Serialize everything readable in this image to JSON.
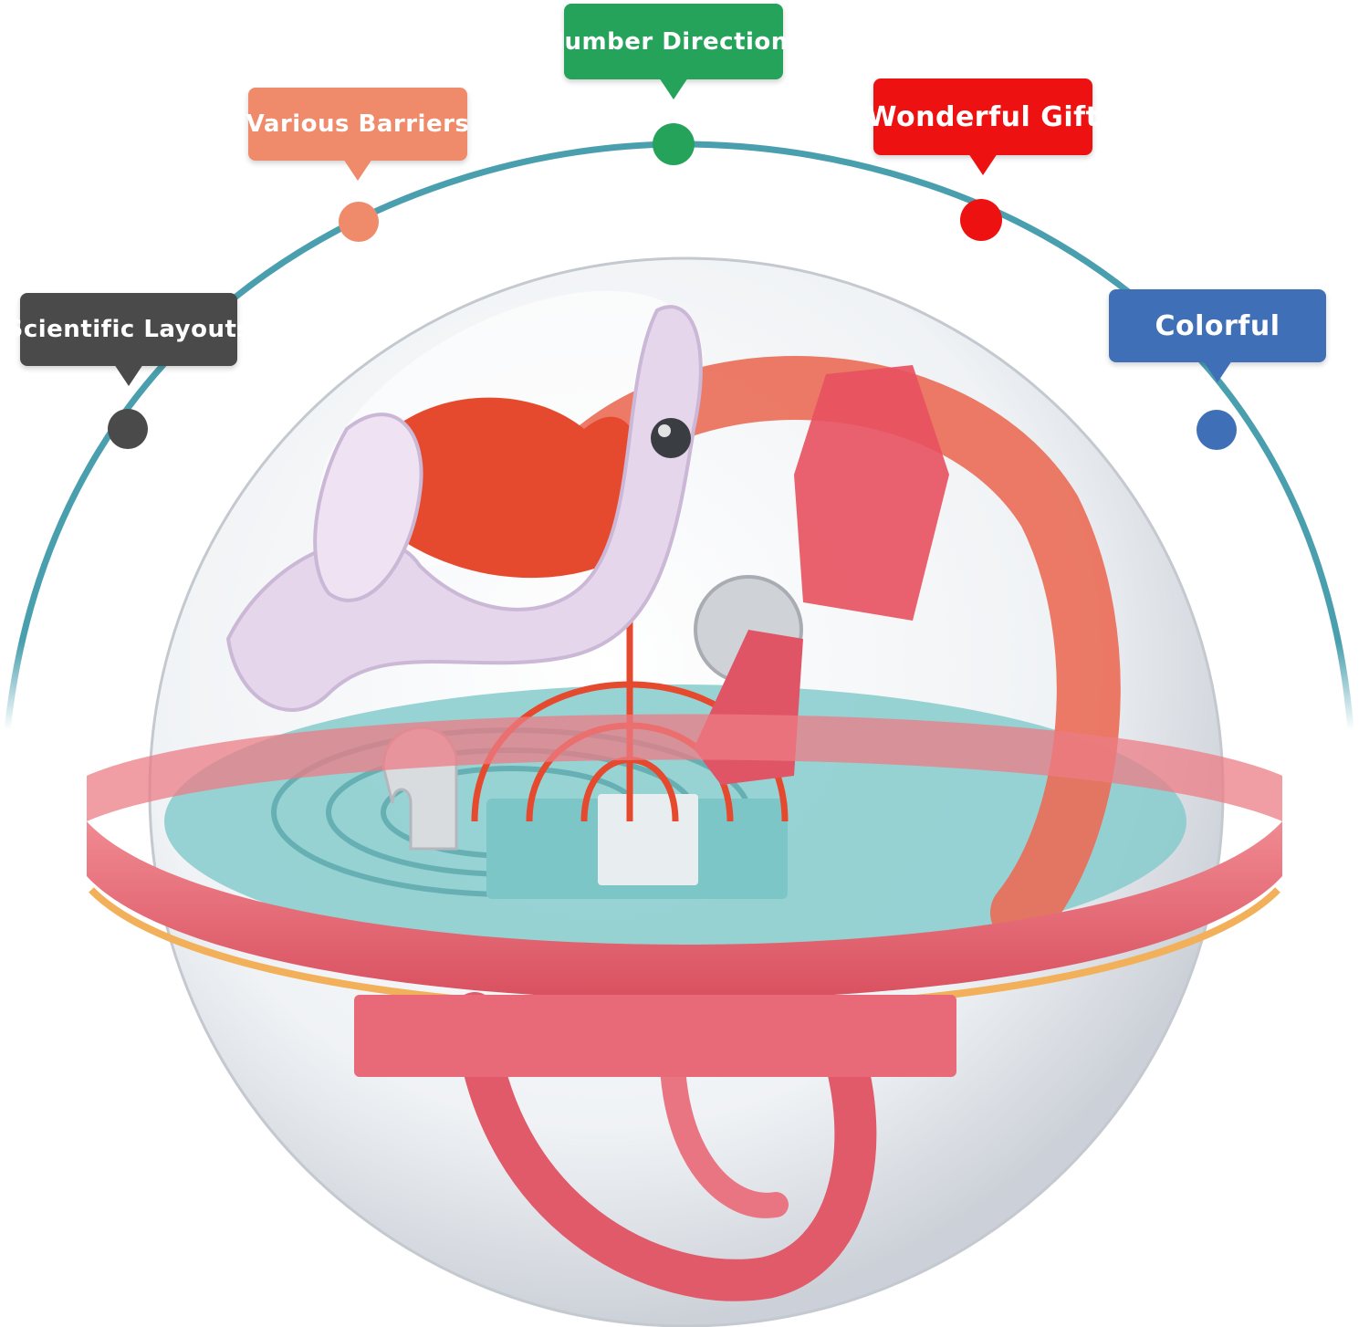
{
  "labels": {
    "scientific_layouts": "Scientific Layouts",
    "various_barriers": "Various Barriers",
    "number_directions": "Number Directions",
    "wonderful_gift": "Wonderful Gift",
    "colorful": "Colorful"
  },
  "colors": {
    "arc": "#4a9fae",
    "scientific_layouts": "#4a4a4a",
    "various_barriers": "#ef8a6b",
    "number_directions": "#26a35a",
    "wonderful_gift": "#ee1111",
    "colorful": "#3f6fb6",
    "sphere_ring": "#e86a78",
    "maze_track": "#7cc6c8",
    "red_track": "#e64a2e",
    "lilac_part": "#e6d6ec"
  },
  "image": {
    "subject": "3D maze ball puzzle toy inside a clear sphere"
  }
}
